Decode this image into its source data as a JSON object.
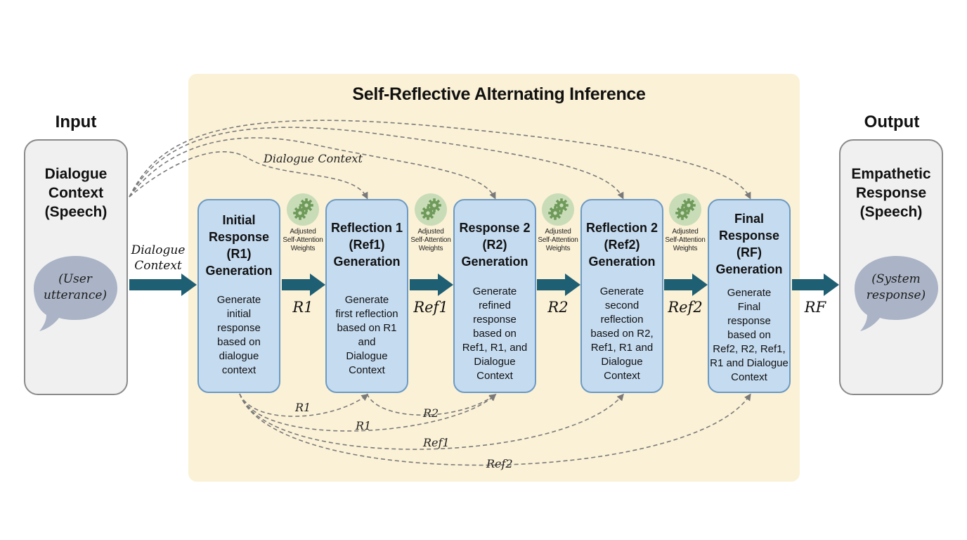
{
  "main": {
    "title": "Self-Reflective Alternating Inference"
  },
  "input": {
    "heading": "Input",
    "box_title_lines": [
      "Dialogue",
      "Context",
      "(Speech)"
    ],
    "bubble_lines": [
      "(User",
      "utterance)"
    ],
    "arrow_label_lines": [
      "Dialogue",
      "Context"
    ]
  },
  "output": {
    "heading": "Output",
    "box_title_lines": [
      "Empathetic",
      "Response",
      "(Speech)"
    ],
    "bubble_lines": [
      "(System",
      "response)"
    ]
  },
  "stages": [
    {
      "title_lines": [
        "Initial",
        "Response",
        "(R1)",
        "Generation"
      ],
      "desc_lines": [
        "Generate",
        "initial",
        "response",
        "based on",
        "dialogue",
        "context"
      ],
      "output_label": "R1"
    },
    {
      "title_lines": [
        "Reflection 1",
        "(Ref1)",
        "Generation"
      ],
      "desc_lines": [
        "Generate",
        "first reflection",
        "based on R1",
        "and",
        "Dialogue",
        "Context"
      ],
      "output_label": "Ref1"
    },
    {
      "title_lines": [
        "Response 2",
        "(R2)",
        "Generation"
      ],
      "desc_lines": [
        "Generate",
        "refined",
        "response",
        "based on",
        "Ref1, R1, and",
        "Dialogue",
        "Context"
      ],
      "output_label": "R2"
    },
    {
      "title_lines": [
        "Reflection 2",
        "(Ref2)",
        "Generation"
      ],
      "desc_lines": [
        "Generate",
        "second",
        "reflection",
        "based on R2,",
        "Ref1, R1 and",
        "Dialogue",
        "Context"
      ],
      "output_label": "Ref2"
    },
    {
      "title_lines": [
        "Final",
        "Response",
        "(RF)",
        "Generation"
      ],
      "desc_lines": [
        "Generate",
        "Final",
        "response",
        "based on",
        "Ref2, R2, Ref1,",
        "R1 and Dialogue",
        "Context"
      ],
      "output_label": "RF"
    }
  ],
  "attention": {
    "icon": "gears-icon",
    "label_lines": [
      "Adjusted",
      "Self-Attention",
      "Weights"
    ]
  },
  "skip_connections": {
    "top_label": "Dialogue Context",
    "bottom_labels": [
      "R1",
      "R1",
      "R2",
      "Ref1",
      "Ref2"
    ]
  },
  "colors": {
    "panel_bg": "#fbf1d6",
    "stage_fill": "#c5dbf0",
    "stage_border": "#6b9ac4",
    "arrow": "#1f5f73",
    "dashed": "#7a7a7a",
    "gear_badge": "#c9dcb8",
    "gear": "#6e9a5a",
    "bubble": "#aab4c6",
    "side_box": "#f0f0f0"
  }
}
